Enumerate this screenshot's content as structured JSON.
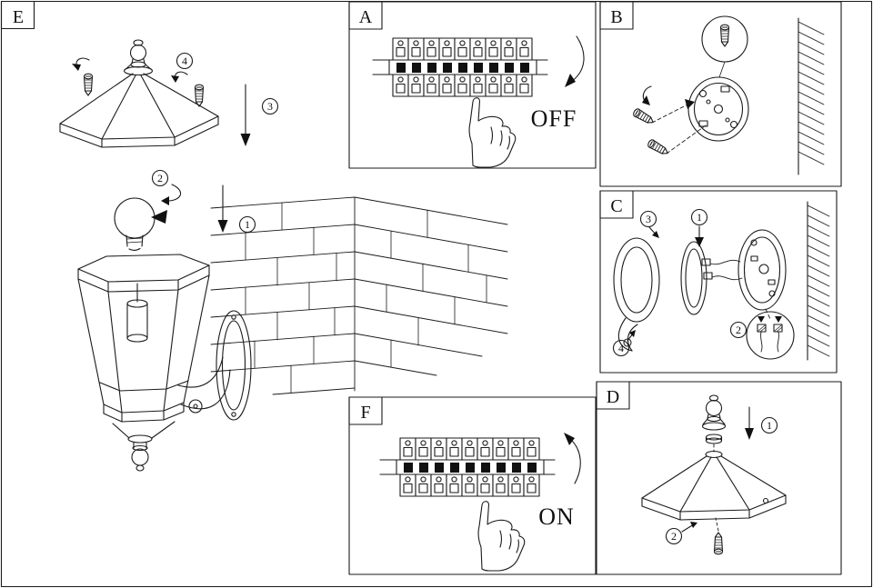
{
  "colors": {
    "ink": "#1b1b1b",
    "background": "#ffffff"
  },
  "panels": {
    "e": {
      "label": "E",
      "steps": [
        "1",
        "2",
        "3",
        "4"
      ]
    },
    "a": {
      "label": "A",
      "status": "OFF"
    },
    "b": {
      "label": "B"
    },
    "c": {
      "label": "C",
      "steps": [
        "1",
        "2",
        "3",
        "4"
      ]
    },
    "d": {
      "label": "D",
      "steps": [
        "1",
        "2"
      ]
    },
    "f": {
      "label": "F",
      "status": "ON"
    }
  }
}
